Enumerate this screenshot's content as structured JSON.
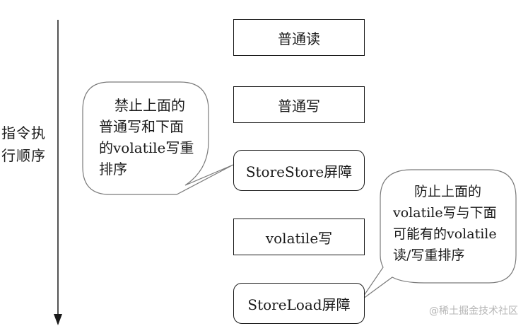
{
  "side_label_lines": [
    "指令执",
    "行顺序"
  ],
  "boxes": [
    {
      "label": "普通读"
    },
    {
      "label": "普通写"
    },
    {
      "label": "StoreStore屏障"
    },
    {
      "label": "volatile写"
    },
    {
      "label": "StoreLoad屏障"
    }
  ],
  "callouts": [
    {
      "lines": [
        "禁止上面的",
        "普通写和下面",
        "的volatile写重",
        "排序"
      ]
    },
    {
      "lines": [
        "防止上面的",
        "volatile写与下面",
        "可能有的volatile",
        "读/写重排序"
      ]
    }
  ],
  "watermark": "@稀土掘金技术社区"
}
